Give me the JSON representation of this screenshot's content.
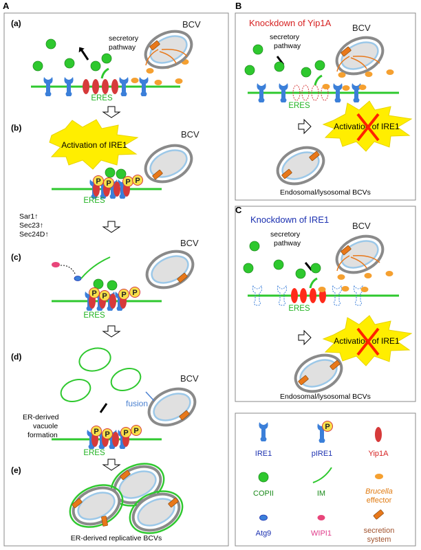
{
  "panels": {
    "a": {
      "letter": "A"
    },
    "b": {
      "letter": "B",
      "title": "Knockdown of Yip1A",
      "caption": "Endosomal/lysosomal BCVs"
    },
    "c": {
      "letter": "C",
      "title": "Knockdown of IRE1",
      "caption": "Endosomal/lysosomal BCVs"
    }
  },
  "steps": {
    "a": "(a)",
    "b": "(b)",
    "c": "(c)",
    "d": "(d)",
    "e": "(e)"
  },
  "labels": {
    "bcv": "BCV",
    "eres": "ERES",
    "secretory1": "secretory",
    "secretory2": "pathway",
    "activation": "Activation of IRE1",
    "phospho": "P",
    "upreg1": "Sar1↑",
    "upreg2": "Sec23↑",
    "upreg3": "Sec24D↑",
    "fusion": "fusion",
    "vac1": "ER-derived",
    "vac2": "vacuole",
    "vac3": "formation",
    "final": "ER-derived replicative BCVs"
  },
  "legend": {
    "ire1": "IRE1",
    "pire1": "pIRE1",
    "yip1a": "Yip1A",
    "copii": "COPII",
    "im": "IM",
    "effector1": "Brucella",
    "effector2": "effector",
    "atg9": "Atg9",
    "wipi1": "WIPI1",
    "secretion1": "secretion",
    "secretion2": "system"
  },
  "colors": {
    "green": "#2ec82e",
    "ire1": "#3b7fd9",
    "yip1a": "#d63a3a",
    "effector": "#f5a030",
    "secretion": "#e8781a",
    "wipi1": "#e8457a",
    "phospho": "#f7e04a",
    "star": "#ffee00",
    "legend_red": "#d62020",
    "legend_blue": "#1a2fb0",
    "legend_green": "#1a8a1a",
    "legend_orange": "#e07a10",
    "legend_pink": "#e03a8a",
    "legend_brown": "#a0522d"
  }
}
